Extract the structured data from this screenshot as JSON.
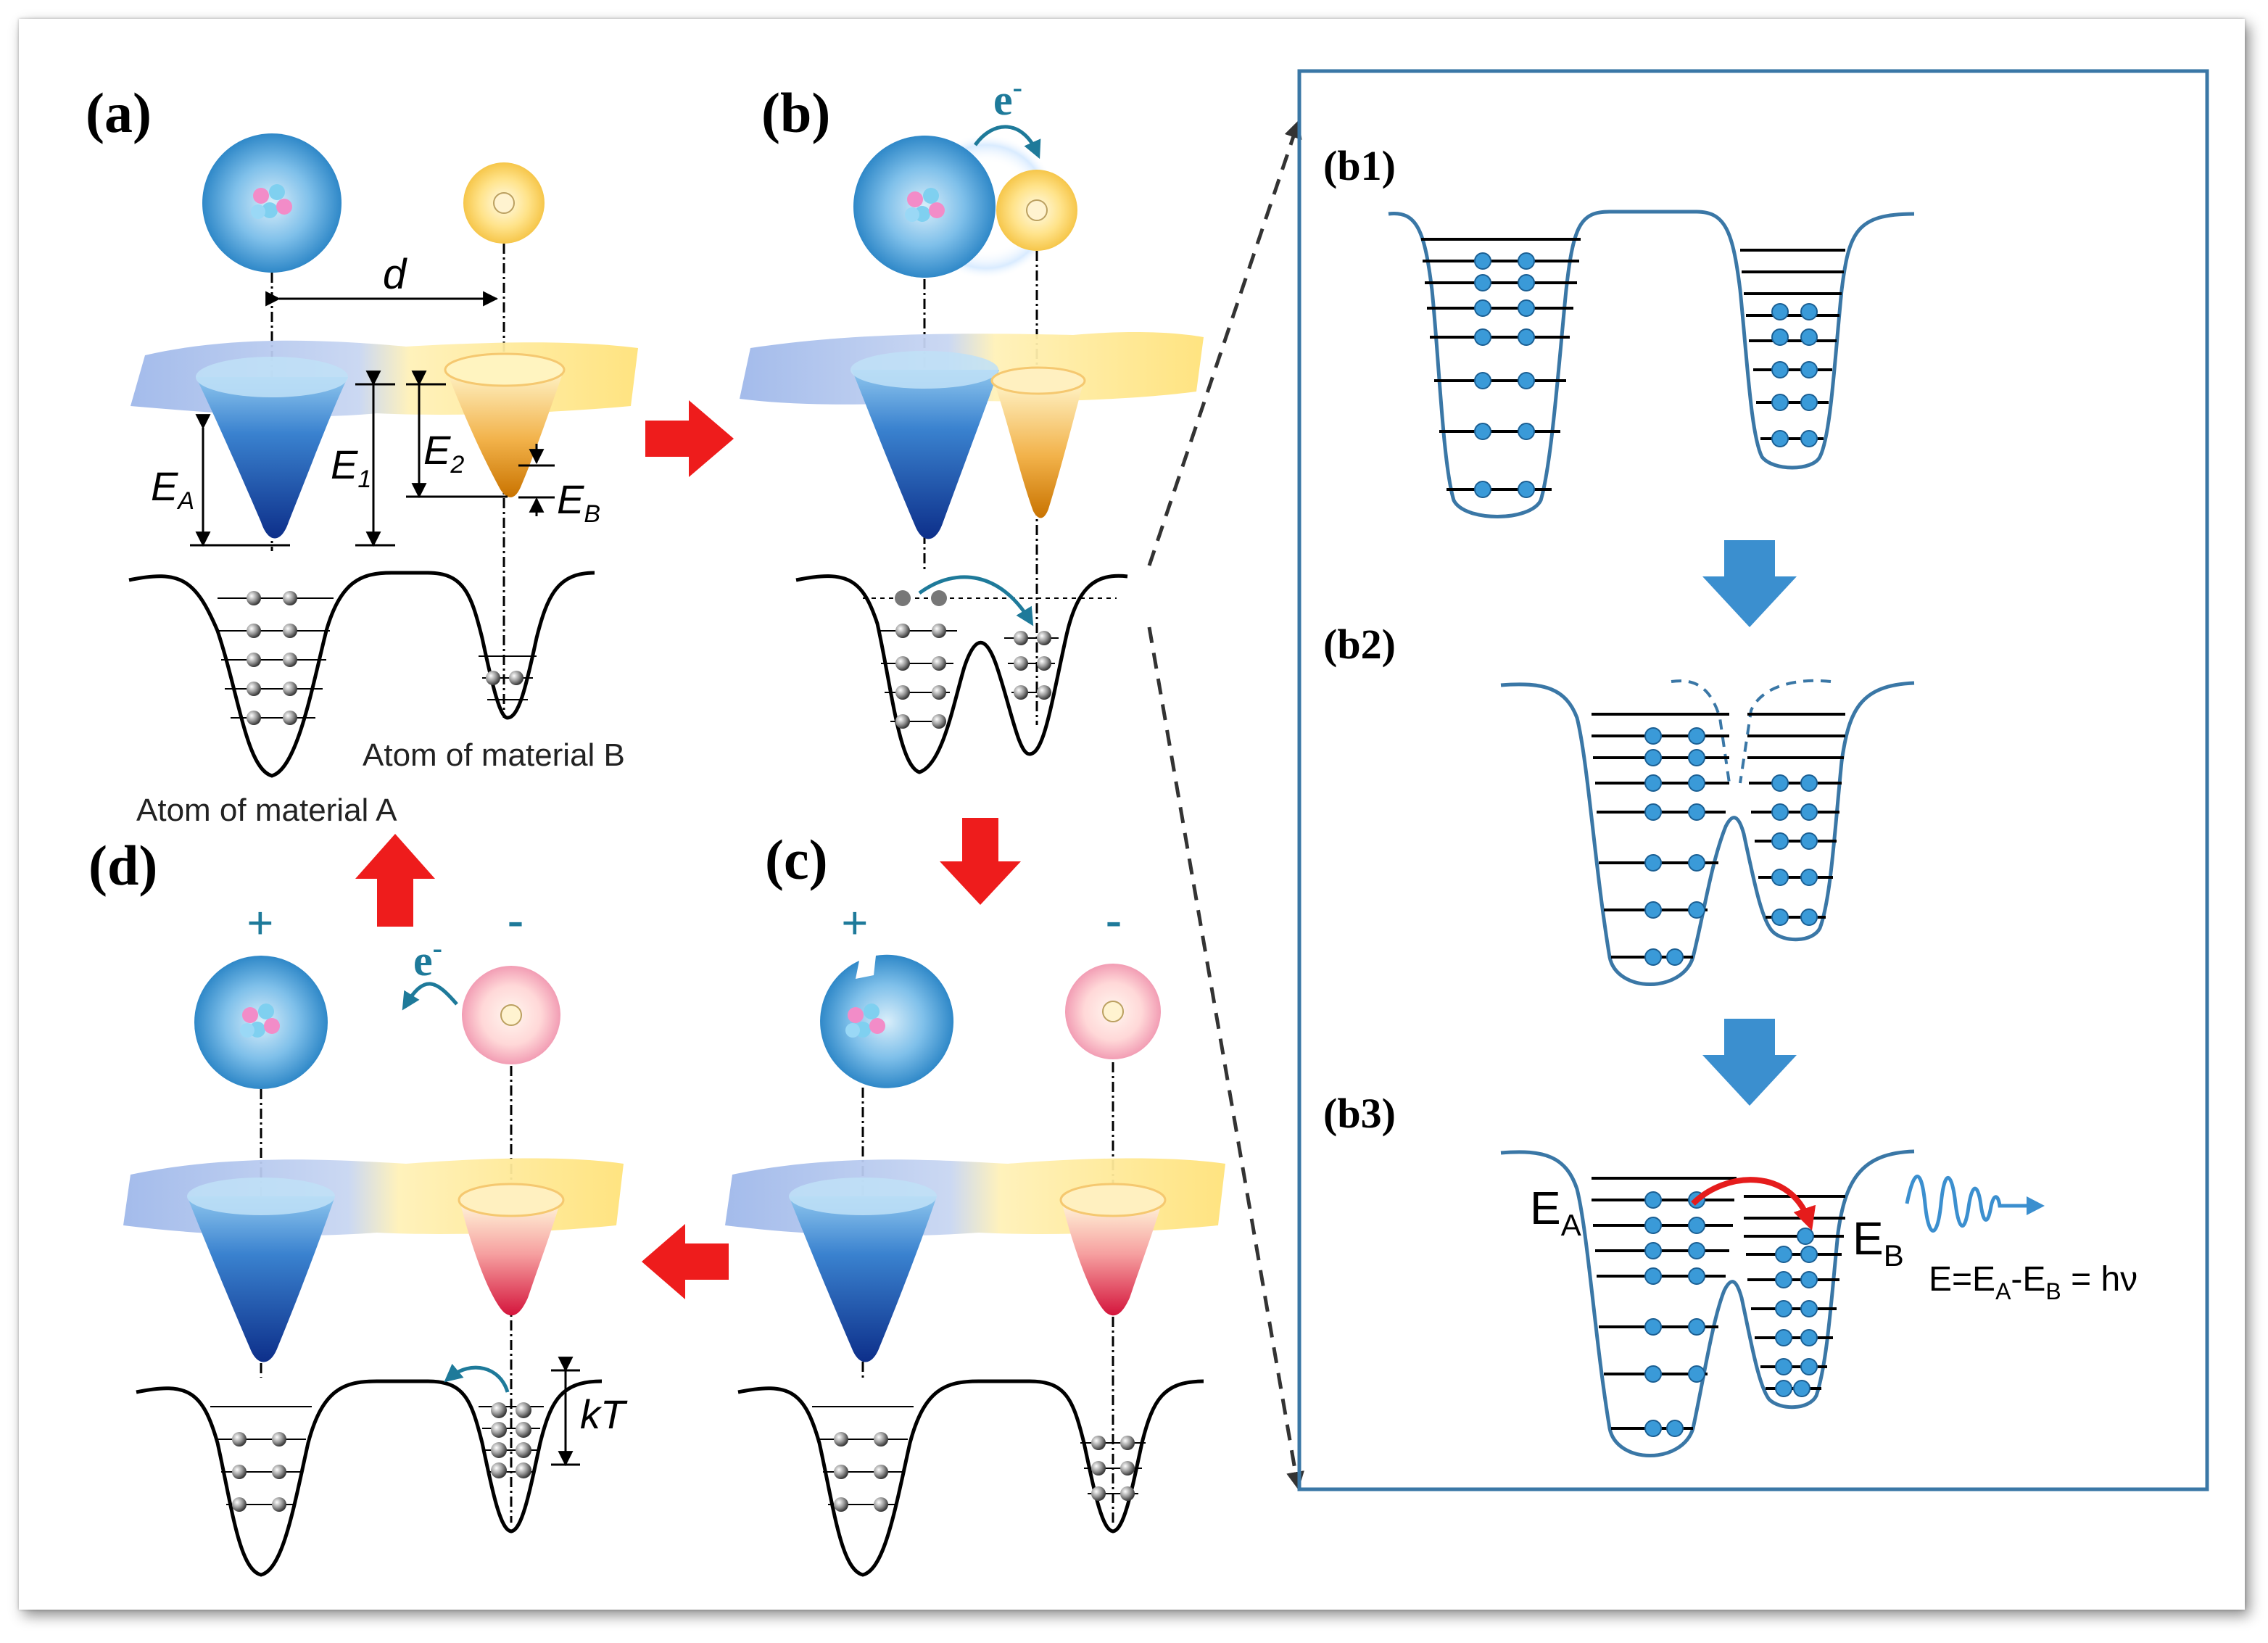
{
  "panel_labels": {
    "a": "(a)",
    "b": "(b)",
    "c": "(c)",
    "d": "(d)",
    "b1": "(b1)",
    "b2": "(b2)",
    "b3": "(b3)"
  },
  "labels": {
    "d": "d",
    "e1": "E",
    "e1_sub": "1",
    "e2": "E",
    "e2_sub": "2",
    "ea_left": "E",
    "ea_left_sub": "A",
    "eb_left": "E",
    "eb_left_sub": "B",
    "electron": "e",
    "electron_sup": "-",
    "atom_b": "Atom of material B",
    "atom_a": "Atom of material A",
    "plus": "+",
    "minus": "-",
    "kt": "kT",
    "ea_b3": "E",
    "ea_b3_sub": "A",
    "eb_b3": "E",
    "eb_b3_sub": "B",
    "energy_eq_prefix": "E=E",
    "energy_eq_sub_a": "A",
    "energy_eq_mid": "-E",
    "energy_eq_sub_b": "B",
    "energy_eq_suffix": " = hν"
  },
  "colors": {
    "arrow_red": "#ee1c1c",
    "arrow_blue": "#3b8fcf",
    "box_border": "#3a77a6",
    "electron_blue": "#3a9ad8",
    "teal": "#1e7a9a"
  }
}
